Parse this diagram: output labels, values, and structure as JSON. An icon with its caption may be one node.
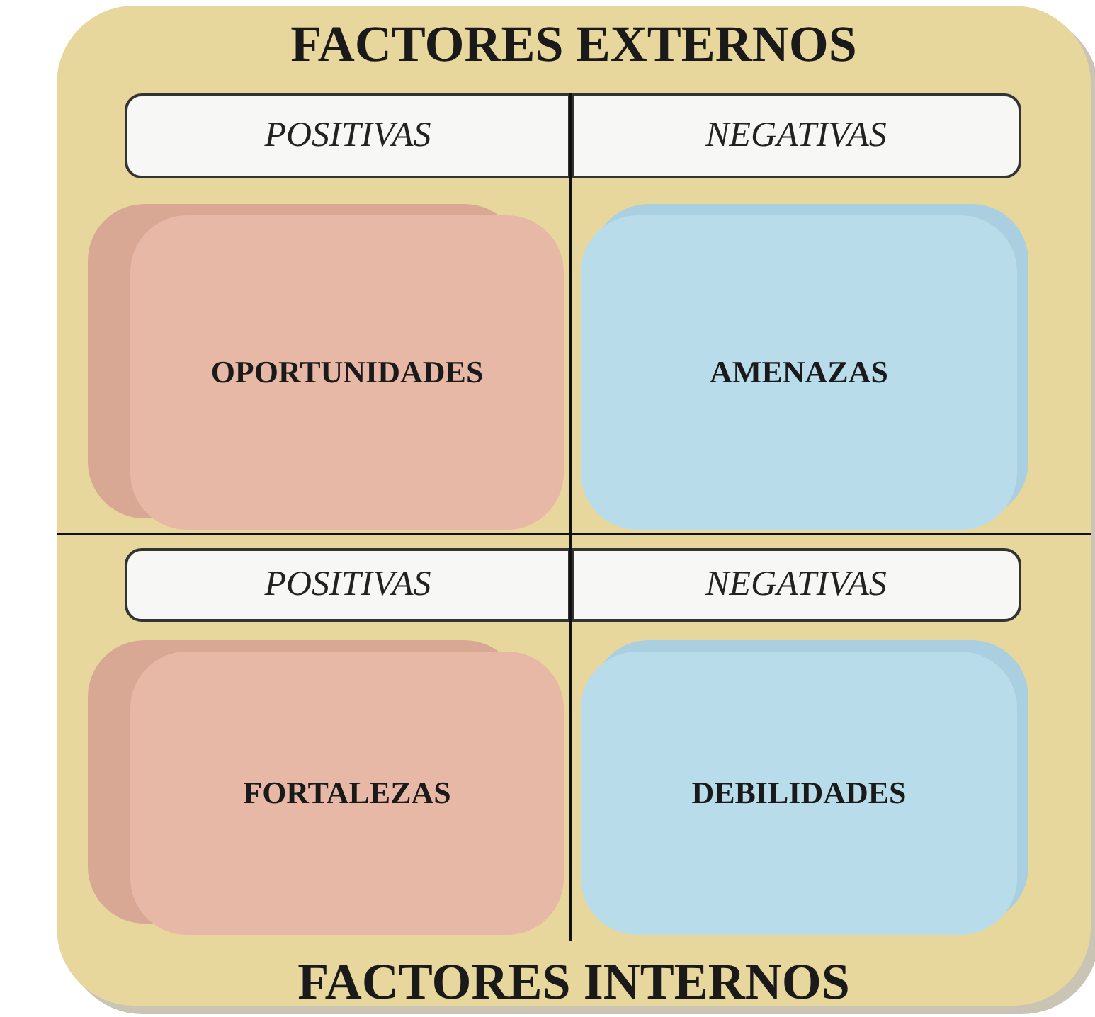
{
  "diagram": {
    "nodes": [
      {
        "text": [
          "FACTORES EXTERNOS",
          "FACTORES INTERNOS"
        ]
      },
      {
        "text": [
          "POSITIVAS"
        ],
        "in": 0
      },
      {
        "text": [
          "NEGATIVAS"
        ],
        "in": 0
      },
      {
        "text": [
          "OPORTUNIDADES"
        ],
        "in": 0
      },
      {
        "text": [
          "AMENAZAS"
        ],
        "in": 0
      },
      {
        "text": [
          "POSITIVAS"
        ],
        "in": 0
      },
      {
        "text": [
          "NEGATIVAS"
        ],
        "in": 0
      },
      {
        "text": [
          "FORTALEZAS"
        ],
        "in": 0
      },
      {
        "text": [
          "DEBILIDADES"
        ],
        "in": 0
      }
    ],
    "edges": []
  }
}
